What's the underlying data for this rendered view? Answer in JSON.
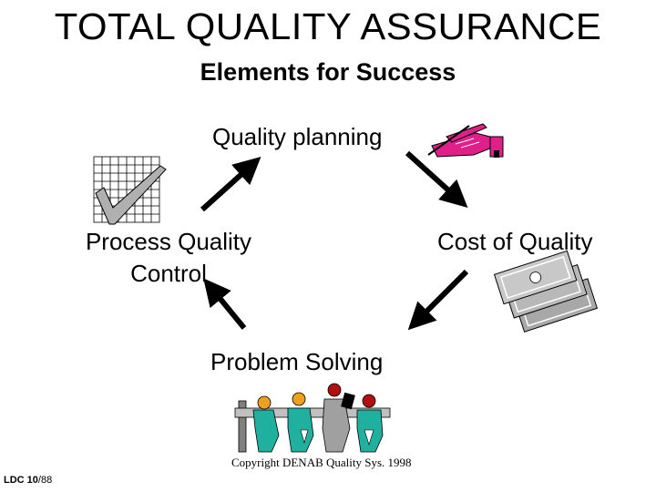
{
  "title": "TOTAL QUALITY ASSURANCE",
  "subtitle": "Elements for Success",
  "nodes": {
    "quality_planning": "Quality planning",
    "process_quality_control_line1": "Process Quality",
    "process_quality_control_line2": "Control",
    "cost_of_quality": "Cost of Quality",
    "problem_solving": "Problem Solving"
  },
  "copyright": "Copyright DENAB Quality Sys. 1998",
  "footer": {
    "code": "LDC 10",
    "suffix": "/88"
  },
  "icons": {
    "quality_planning": "hand-writing-icon",
    "process_quality_control": "grid-checkmark-icon",
    "cost_of_quality": "money-stack-icon",
    "problem_solving": "meeting-people-icon"
  },
  "colors": {
    "arrow": "#000000",
    "hand_pink": "#e0208a",
    "people_teal": "#20b0a0",
    "head_orange": "#f0a020",
    "head_red": "#b01010",
    "gray": "#a0a0a0"
  }
}
